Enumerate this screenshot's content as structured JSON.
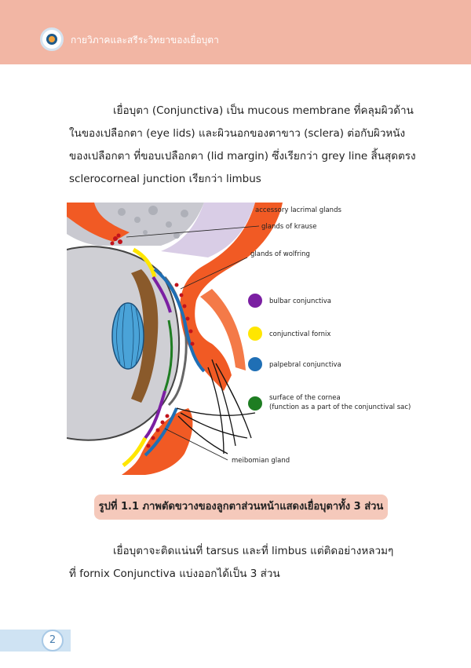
{
  "header": {
    "title": "กายวิภาคและสรีระวิทยาของเยื่อบุตา",
    "logo_icon": "eye-logo-icon",
    "background_color": "#f2b6a4"
  },
  "paragraph1": {
    "lines": [
      "เยื่อบุตา (Conjunctiva) เป็น mucous membrane ที่คลุมผิวด้าน",
      "ในของเปลือกตา (eye lids) และผิวนอกของตาขาว (sclera) ต่อกับผิวหนัง",
      "ของเปลือกตา ที่ขอบเปลือกตา (lid margin) ซึ่งเรียกว่า grey line สิ้นสุดตรง",
      "sclerocorneal junction เรียกว่า limbus"
    ]
  },
  "figure": {
    "labels": {
      "accessory": "accessory lacrimal glands",
      "krause": "glands of krause",
      "wolfring": "glands of  wolfring",
      "meibomian": "meibomian gland"
    },
    "legend": [
      {
        "label": "bulbar conjunctiva",
        "color": "#7b1fa2"
      },
      {
        "label": "conjunctival fornix",
        "color": "#ffe600"
      },
      {
        "label": "palpebral conjunctiva",
        "color": "#1f6fb5"
      },
      {
        "label": "surface of the cornea",
        "label2": "(function as a part of the conjunctival sac)",
        "color": "#1e7d22"
      }
    ]
  },
  "caption": {
    "text": "รูปที่ 1.1 ภาพตัดขวางของลูกตาส่วนหน้าแสดงเยื่อบุตาทั้ง 3 ส่วน"
  },
  "paragraph2": {
    "lines": [
      "เยื่อบุตาจะติดแน่นที่ tarsus และที่ limbus แต่ติดอย่างหลวมๆ",
      "ที่ fornix Conjunctiva แบ่งออกได้เป็น 3 ส่วน"
    ]
  },
  "footer": {
    "page_number": "2"
  }
}
